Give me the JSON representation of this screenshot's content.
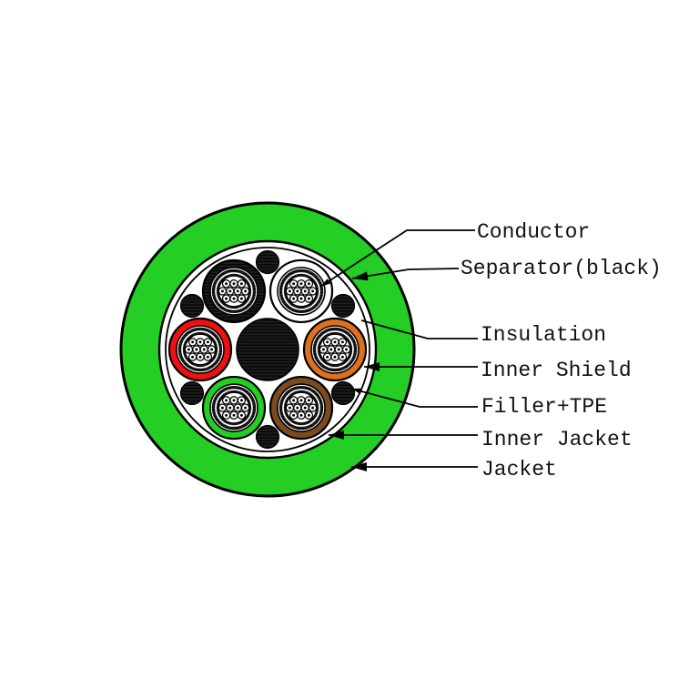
{
  "page": {
    "background": "#ffffff"
  },
  "diagram": {
    "type": "cable-cross-section",
    "subject": "Multi-core shielded cable cross section",
    "colors": {
      "jacket": "#24CE24",
      "white": "#ffffff",
      "outline": "#000000",
      "filler_base": "#1d1d1d",
      "filler_hatch": "#030303",
      "red": "#EE1111",
      "orange": "#DF701D",
      "brown": "#7A4A20",
      "green": "#24CE24",
      "black": "#161616",
      "text": "#121212"
    },
    "bundles": [
      {
        "id": "black",
        "insulation": "black",
        "position": "upper-left"
      },
      {
        "id": "white",
        "insulation": "white",
        "position": "upper-right"
      },
      {
        "id": "red",
        "insulation": "red",
        "position": "left"
      },
      {
        "id": "orange",
        "insulation": "orange",
        "position": "right"
      },
      {
        "id": "green",
        "insulation": "green",
        "position": "lower-left"
      },
      {
        "id": "brown",
        "insulation": "brown",
        "position": "lower-right"
      }
    ],
    "strands_per_bundle": 10,
    "filler_count_small": 6,
    "labels": [
      {
        "id": "conductor",
        "text": "Conductor"
      },
      {
        "id": "separator",
        "text": "Separator(black)"
      },
      {
        "id": "insulation",
        "text": "Insulation"
      },
      {
        "id": "inner-shield",
        "text": "Inner Shield"
      },
      {
        "id": "filler-tpe",
        "text": "Filler+TPE"
      },
      {
        "id": "inner-jacket",
        "text": "Inner Jacket"
      },
      {
        "id": "jacket",
        "text": "Jacket"
      }
    ]
  }
}
